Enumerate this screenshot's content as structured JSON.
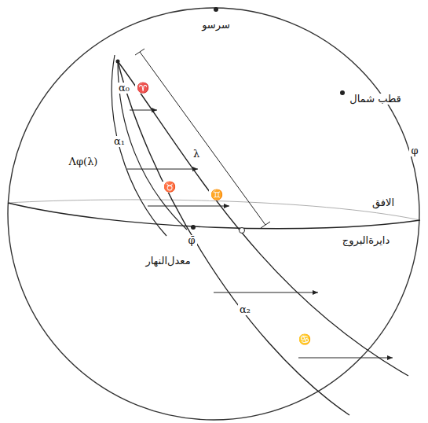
{
  "diagram": {
    "labels": [
      "سرسو",
      "قطب شمال",
      "φ",
      "α₀",
      "♈",
      "Λφ(λ)",
      "α₁",
      "λ",
      "♉",
      "♊",
      "الافق",
      "φ̄",
      "دايرةالبروج",
      "معدل‌النهار",
      "α₂",
      "♋"
    ]
  }
}
